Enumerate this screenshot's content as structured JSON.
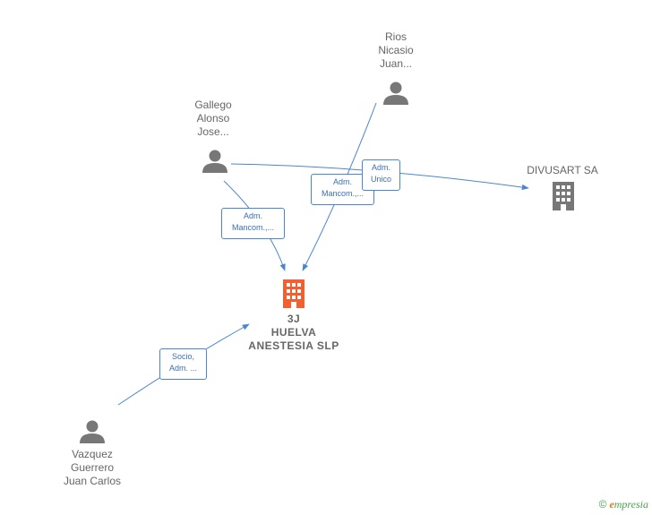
{
  "nodes": {
    "rios": "Rios\nNicasio\nJuan...",
    "gallego": "Gallego\nAlonso\nJose...",
    "divusart": "DIVUSART SA",
    "main": "3J\nHUELVA\nANESTESIA SLP",
    "vazquez": "Vazquez\nGuerrero\nJuan Carlos"
  },
  "edges": {
    "gallego_main": "Adm.\nMancom.,...",
    "rios_main": "Adm.\nMancom.,...",
    "gallego_divusart": "Adm.\nUnico",
    "vazquez_main": "Socio,\nAdm. ..."
  },
  "brand": {
    "copyright": "©",
    "first": "e",
    "rest": "mpresia"
  },
  "colors": {
    "main_company": "#f06030",
    "company": "#777777",
    "person": "#777777",
    "edge": "#4a86d0"
  }
}
